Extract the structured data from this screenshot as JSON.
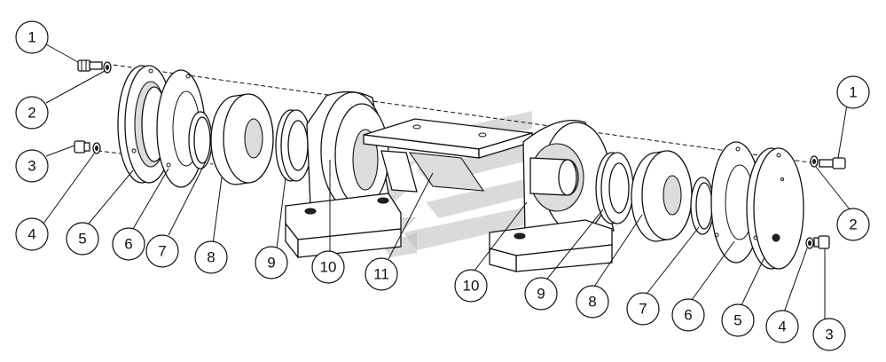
{
  "diagram": {
    "callouts": [
      {
        "id": "c1-left",
        "label": "1"
      },
      {
        "id": "c2-left",
        "label": "2"
      },
      {
        "id": "c3-left",
        "label": "3"
      },
      {
        "id": "c4-left",
        "label": "4"
      },
      {
        "id": "c5-left",
        "label": "5"
      },
      {
        "id": "c6-left",
        "label": "6"
      },
      {
        "id": "c7-left",
        "label": "7"
      },
      {
        "id": "c8-left",
        "label": "8"
      },
      {
        "id": "c9-left",
        "label": "9"
      },
      {
        "id": "c10-left",
        "label": "10"
      },
      {
        "id": "c11",
        "label": "11"
      },
      {
        "id": "c10-right",
        "label": "10"
      },
      {
        "id": "c9-right",
        "label": "9"
      },
      {
        "id": "c8-right",
        "label": "8"
      },
      {
        "id": "c7-right",
        "label": "7"
      },
      {
        "id": "c6-right",
        "label": "6"
      },
      {
        "id": "c5-right",
        "label": "5"
      },
      {
        "id": "c4-right",
        "label": "4"
      },
      {
        "id": "c3-right",
        "label": "3"
      },
      {
        "id": "c2-right",
        "label": "2"
      },
      {
        "id": "c1-right",
        "label": "1"
      }
    ]
  }
}
